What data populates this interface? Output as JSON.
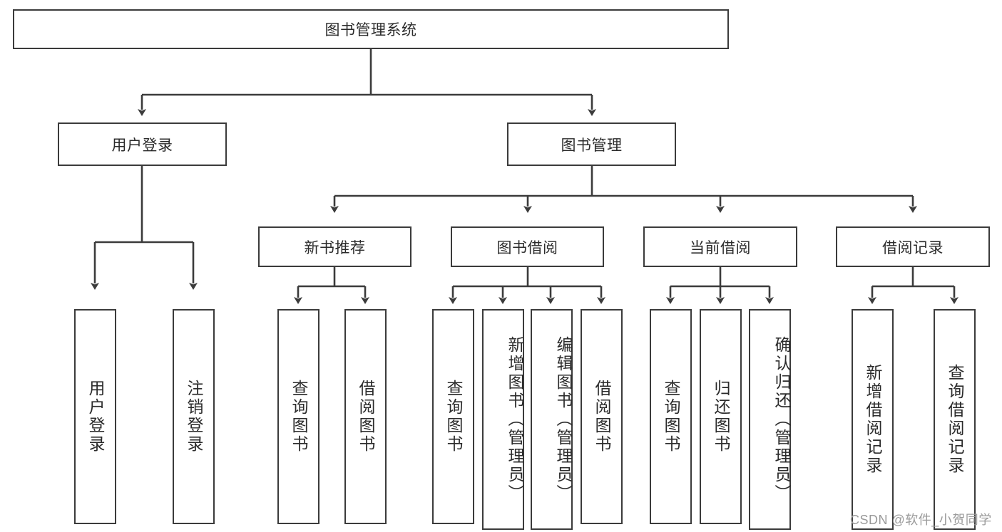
{
  "diagram": {
    "title": "图书管理系统",
    "type": "tree-hierarchy",
    "watermark": "CSDN @软件_小贺同学",
    "colors": {
      "box_border": "#3b3b3b",
      "box_fill": "#ffffff",
      "connector": "#3b3b3b",
      "text": "#2b2b2b",
      "watermark": "#9a9a9a",
      "background": "#ffffff"
    },
    "levels": [
      {
        "level": 1,
        "nodes": [
          {
            "id": "root",
            "label": "图书管理系统",
            "orientation": "horizontal"
          }
        ]
      },
      {
        "level": 2,
        "nodes": [
          {
            "id": "user-login",
            "label": "用户登录",
            "orientation": "horizontal",
            "parent": "root"
          },
          {
            "id": "book-manage",
            "label": "图书管理",
            "orientation": "horizontal",
            "parent": "root"
          }
        ]
      },
      {
        "level": 3,
        "nodes": [
          {
            "id": "new-book-rec",
            "label": "新书推荐",
            "orientation": "horizontal",
            "parent": "book-manage"
          },
          {
            "id": "book-borrow",
            "label": "图书借阅",
            "orientation": "horizontal",
            "parent": "book-manage"
          },
          {
            "id": "current-borrow",
            "label": "当前借阅",
            "orientation": "horizontal",
            "parent": "book-manage"
          },
          {
            "id": "borrow-record",
            "label": "借阅记录",
            "orientation": "horizontal",
            "parent": "book-manage"
          }
        ]
      },
      {
        "level": 4,
        "nodes": [
          {
            "id": "leaf-user-login",
            "label": "用户登录",
            "orientation": "vertical",
            "parent": "user-login"
          },
          {
            "id": "leaf-user-logout",
            "label": "注销登录",
            "orientation": "vertical",
            "parent": "user-login"
          },
          {
            "id": "leaf-query-book-1",
            "label": "查询图书",
            "orientation": "vertical",
            "parent": "new-book-rec"
          },
          {
            "id": "leaf-borrow-book-1",
            "label": "借阅图书",
            "orientation": "vertical",
            "parent": "new-book-rec"
          },
          {
            "id": "leaf-query-book-2",
            "label": "查询图书",
            "orientation": "vertical",
            "parent": "book-borrow"
          },
          {
            "id": "leaf-add-book",
            "label": "新增图书（管理员）",
            "orientation": "vertical",
            "parent": "book-borrow"
          },
          {
            "id": "leaf-edit-book",
            "label": "编辑图书（管理员）",
            "orientation": "vertical",
            "parent": "book-borrow"
          },
          {
            "id": "leaf-borrow-book-2",
            "label": "借阅图书",
            "orientation": "vertical",
            "parent": "book-borrow"
          },
          {
            "id": "leaf-query-book-3",
            "label": "查询图书",
            "orientation": "vertical",
            "parent": "current-borrow"
          },
          {
            "id": "leaf-return-book",
            "label": "归还图书",
            "orientation": "vertical",
            "parent": "current-borrow"
          },
          {
            "id": "leaf-confirm-return",
            "label": "确认归还（管理员）",
            "orientation": "vertical",
            "parent": "current-borrow"
          },
          {
            "id": "leaf-add-record",
            "label": "新增借阅记录",
            "orientation": "vertical",
            "parent": "borrow-record"
          },
          {
            "id": "leaf-query-record",
            "label": "查询借阅记录",
            "orientation": "vertical",
            "parent": "borrow-record"
          }
        ]
      }
    ]
  }
}
